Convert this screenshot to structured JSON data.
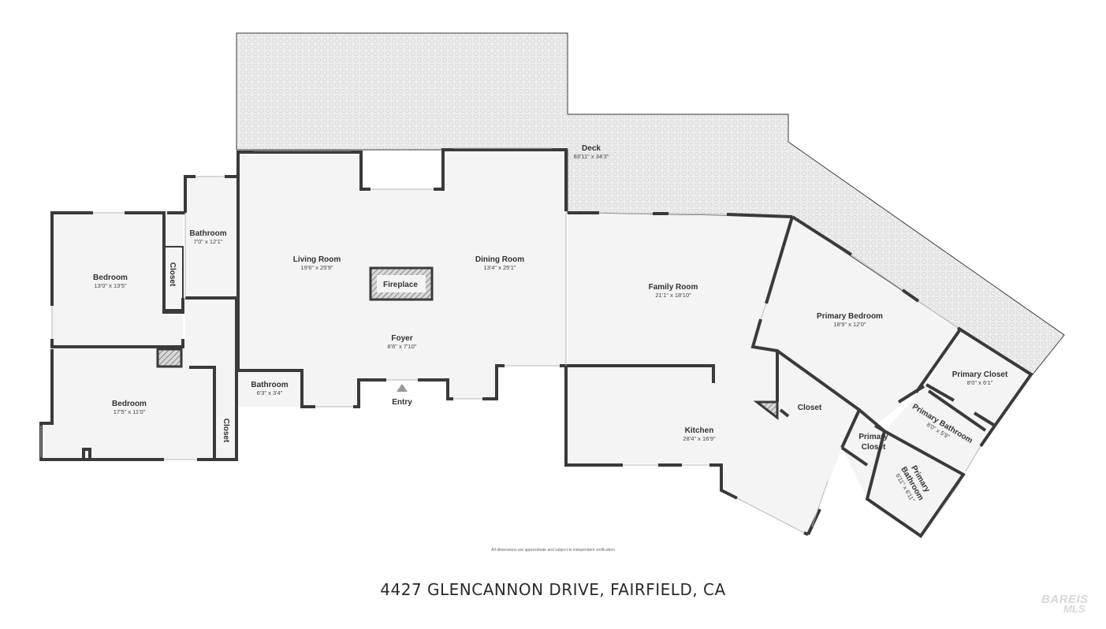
{
  "rooms": {
    "deck": {
      "name": "Deck",
      "dim": "83'11\" x 34'3\""
    },
    "living": {
      "name": "Living Room",
      "dim": "19'6\" x 25'9\""
    },
    "dining": {
      "name": "Dining Room",
      "dim": "13'4\" x 25'1\""
    },
    "fireplace": {
      "name": "Fireplace"
    },
    "foyer": {
      "name": "Foyer",
      "dim": "8'6\" x 7'10\""
    },
    "entry": {
      "name": "Entry"
    },
    "bath_half": {
      "name": "Bathroom",
      "dim": "6'3\" x 3'4\""
    },
    "bath_upper": {
      "name": "Bathroom",
      "dim": "7'0\" x 12'1\""
    },
    "bedroom1": {
      "name": "Bedroom",
      "dim": "13'0\" x 13'5\""
    },
    "closet1": {
      "name": "Closet"
    },
    "bedroom2": {
      "name": "Bedroom",
      "dim": "17'5\" x 11'0\""
    },
    "closet2": {
      "name": "Closet"
    },
    "family": {
      "name": "Family Room",
      "dim": "21'1\" x 18'10\""
    },
    "kitchen": {
      "name": "Kitchen",
      "dim": "28'4\" x 16'9\""
    },
    "closet3": {
      "name": "Closet"
    },
    "primary_bedroom": {
      "name": "Primary Bedroom",
      "dim": "18'9\" x 12'0\""
    },
    "primary_closet_a": {
      "name": "Primary Closet",
      "dim": "8'0\" x 6'1\""
    },
    "primary_bath_a": {
      "name": "Primary Bathroom",
      "dim": "8'0\" x 5'9\""
    },
    "primary_closet_b": {
      "line1": "Primary",
      "line2": "Closet"
    },
    "primary_bath_b": {
      "line1": "Primary",
      "line2": "Bathroom",
      "dim": "6'11\" x 6'11\""
    }
  },
  "disclaimer": "All dimensions are approximate and subject to independent verification",
  "address": "4427 GLENCANNON DRIVE, FAIRFIELD, CA",
  "logo": {
    "line1": "BAREIS",
    "line2": "MLS"
  },
  "colors": {
    "wall": "#3a3a3a",
    "room": "#f4f4f4",
    "deck": "#ececec"
  }
}
